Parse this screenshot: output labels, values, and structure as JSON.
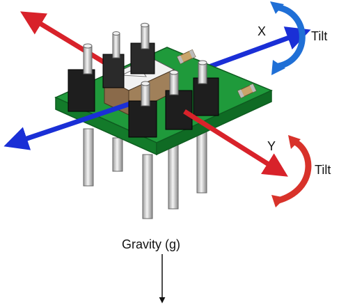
{
  "labels": {
    "x_axis": "X",
    "y_axis": "Y",
    "tilt_x": "Tilt",
    "tilt_y": "Tilt",
    "gravity": "Gravity (g)"
  },
  "colors": {
    "x_axis": "#1a2fd6",
    "y_axis": "#d8222a",
    "tilt_arrow_x": "#1f6fd6",
    "tilt_arrow_y": "#d8322a",
    "pcb": "#1f9a3b",
    "pcb_dark": "#137a2a",
    "header_block": "#222222",
    "pin": "#d9d9d9",
    "sensor_body": "#8a6a4a",
    "sensor_top": "#f2f2f2",
    "gravity_arrow": "#111111"
  }
}
